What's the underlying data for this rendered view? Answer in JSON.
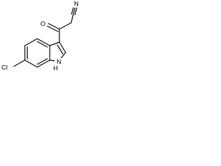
{
  "molecule": {
    "atoms": {
      "nitrogen_nitrile": "N",
      "oxygen_carbonyl": "O",
      "nitrogen_indole": "NH",
      "chlorine": "Cl"
    },
    "colors": {
      "ink": "#000000",
      "background": "#ffffff"
    }
  }
}
